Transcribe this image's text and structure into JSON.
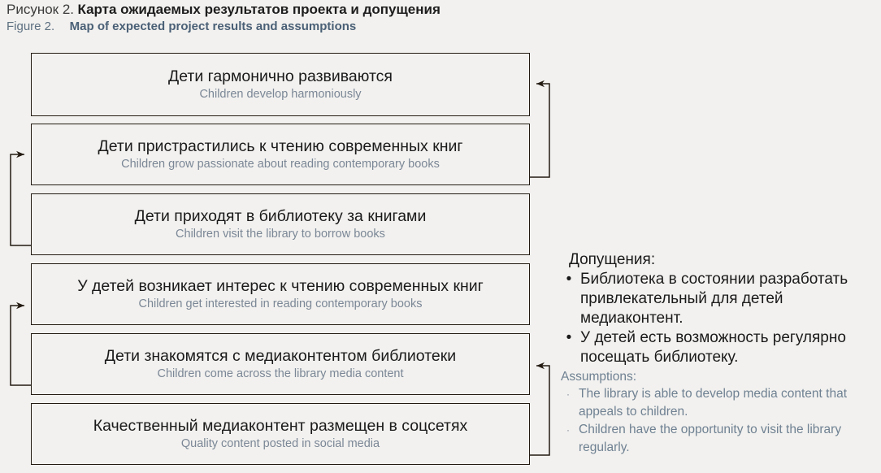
{
  "caption": {
    "ru_label": "Рисунок 2.",
    "ru_title": "Карта ожидаемых результатов проекта и допущения",
    "en_label": "Figure 2.",
    "en_title": "Map of expected project results and assumptions"
  },
  "colors": {
    "background": "#f2f1ef",
    "box_border": "#231b12",
    "box_fill": "#f2f1ef",
    "ru_text": "#1a1a1a",
    "en_text": "#7b8796",
    "caption_en": "#4a6076",
    "connector": "#231b12"
  },
  "chart": {
    "boxes": [
      {
        "id": "b1",
        "ru": "Дети гармонично развиваются",
        "en": "Children develop harmoniously"
      },
      {
        "id": "b2",
        "ru": "Дети пристрастились к чтению современных книг",
        "en": "Children grow passionate about reading contemporary books"
      },
      {
        "id": "b3",
        "ru": "Дети приходят в библиотеку за книгами",
        "en": "Children visit the library to borrow books"
      },
      {
        "id": "b4",
        "ru": "У детей возникает интерес к чтению современных книг",
        "en": "Children get interested in reading contemporary books"
      },
      {
        "id": "b5",
        "ru": "Дети знакомятся с медиаконтентом библиотеки",
        "en": "Children come across the library media content"
      },
      {
        "id": "b6",
        "ru": "Качественный медиаконтент размещен в соцсетях",
        "en": "Quality content posted in social media"
      }
    ],
    "connectors": [
      {
        "from": "b2",
        "to": "b1",
        "side": "right"
      },
      {
        "from": "b3",
        "to": "b2",
        "side": "left"
      },
      {
        "from": "b5",
        "to": "b4",
        "side": "left"
      },
      {
        "from": "b6",
        "to": "b5",
        "side": "right"
      }
    ]
  },
  "assumptions": {
    "ru_heading": "Допущения:",
    "ru_bullet": "•",
    "ru_items": [
      "Библиотека в состоянии разработать привлекательный для детей медиаконтент.",
      "У детей есть возможность регулярно посещать библиотеку."
    ],
    "en_heading": "Assumptions:",
    "en_bullet": "·",
    "en_items": [
      "The library is able to develop media content that appeals to children.",
      "Children have the opportunity to visit the library regularly."
    ]
  }
}
